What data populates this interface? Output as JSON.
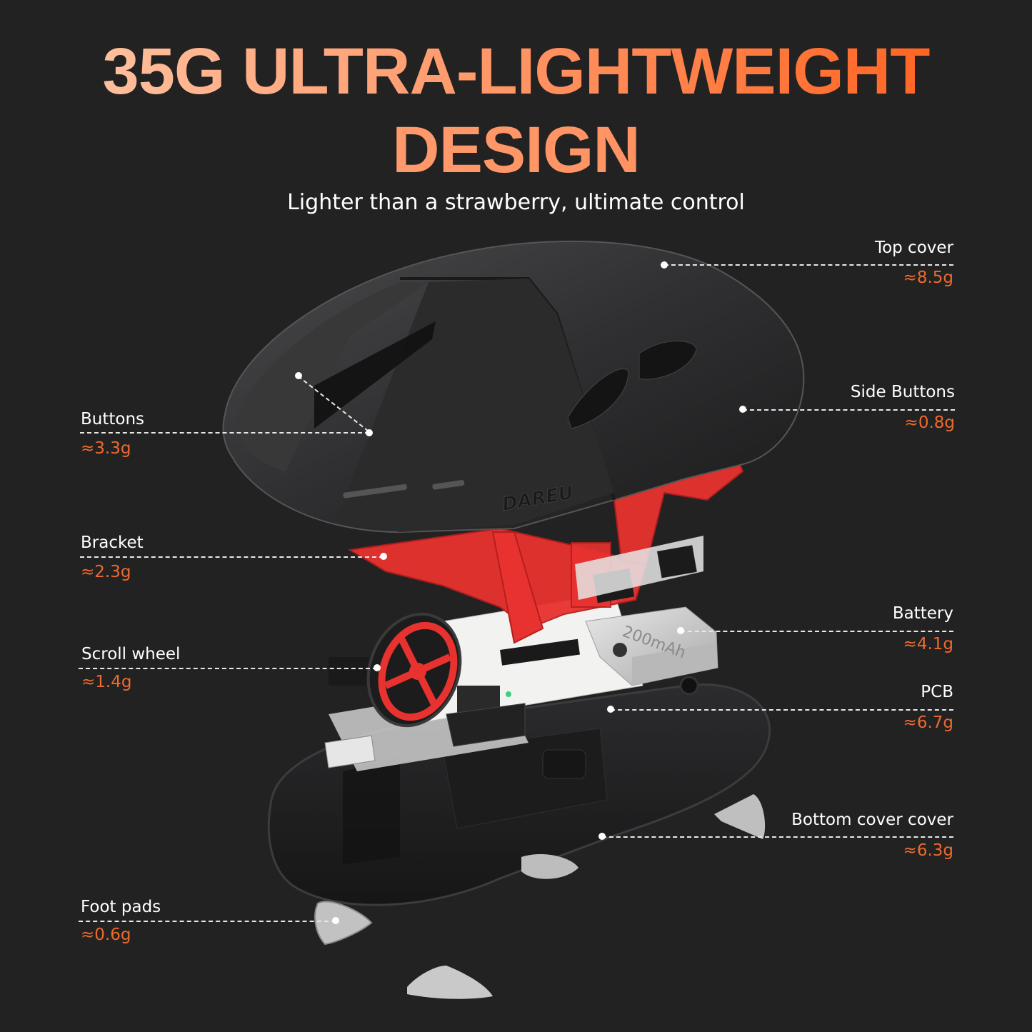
{
  "header": {
    "title_line1": "35G ULTRA-LIGHTWEIGHT",
    "title_line2": "DESIGN",
    "subtitle": "Lighter than a strawberry, ultimate control"
  },
  "product": {
    "brand_logo": "DAREU",
    "battery_label": "200mAh"
  },
  "colors": {
    "background": "#222222",
    "accent_weight": "#ee6a2e",
    "title_gradient_start": "#ffc9aa",
    "title_gradient_end": "#ff5a14",
    "bracket_red": "#e8322f"
  },
  "callouts": {
    "left": [
      {
        "name": "Buttons",
        "weight": "≈3.3g"
      },
      {
        "name": "Bracket",
        "weight": "≈2.3g"
      },
      {
        "name": "Scroll wheel",
        "weight": "≈1.4g"
      },
      {
        "name": "Foot pads",
        "weight": "≈0.6g"
      }
    ],
    "right": [
      {
        "name": "Top cover",
        "weight": "≈8.5g"
      },
      {
        "name": "Side Buttons",
        "weight": "≈0.8g"
      },
      {
        "name": "Battery",
        "weight": "≈4.1g"
      },
      {
        "name": "PCB",
        "weight": "≈6.7g"
      },
      {
        "name": "Bottom cover cover",
        "weight": "≈6.3g"
      }
    ]
  }
}
